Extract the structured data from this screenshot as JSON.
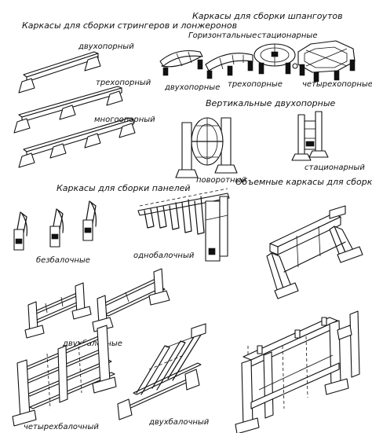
{
  "sections": {
    "stringers": {
      "title": "Каркасы для сборки стрингеров и лонжеронов",
      "variants": [
        "двухопорный",
        "трехопорный",
        "многоопорный"
      ]
    },
    "frames": {
      "title": "Каркасы для сборки шпангоутов",
      "horizontal_label": "Горизонтальные",
      "stationary_label": "стационарные",
      "variants": [
        "двухопорные",
        "трехопорные",
        "четырехопорные"
      ],
      "vertical_title": "Вертикальные двухопорные",
      "vertical_variants": [
        "поворотный",
        "стационарный"
      ]
    },
    "panels": {
      "title": "Каркасы для сборки панелей",
      "variants": [
        "безбалочные",
        "однобалочный",
        "двухбалочные",
        "четырехбалочный",
        "двухбалочный"
      ]
    },
    "volumetric": {
      "title": "Объемные каркасы для сборки отсеков и агрегатов"
    }
  },
  "colors": {
    "ink": "#111111",
    "paper": "#ffffff"
  }
}
